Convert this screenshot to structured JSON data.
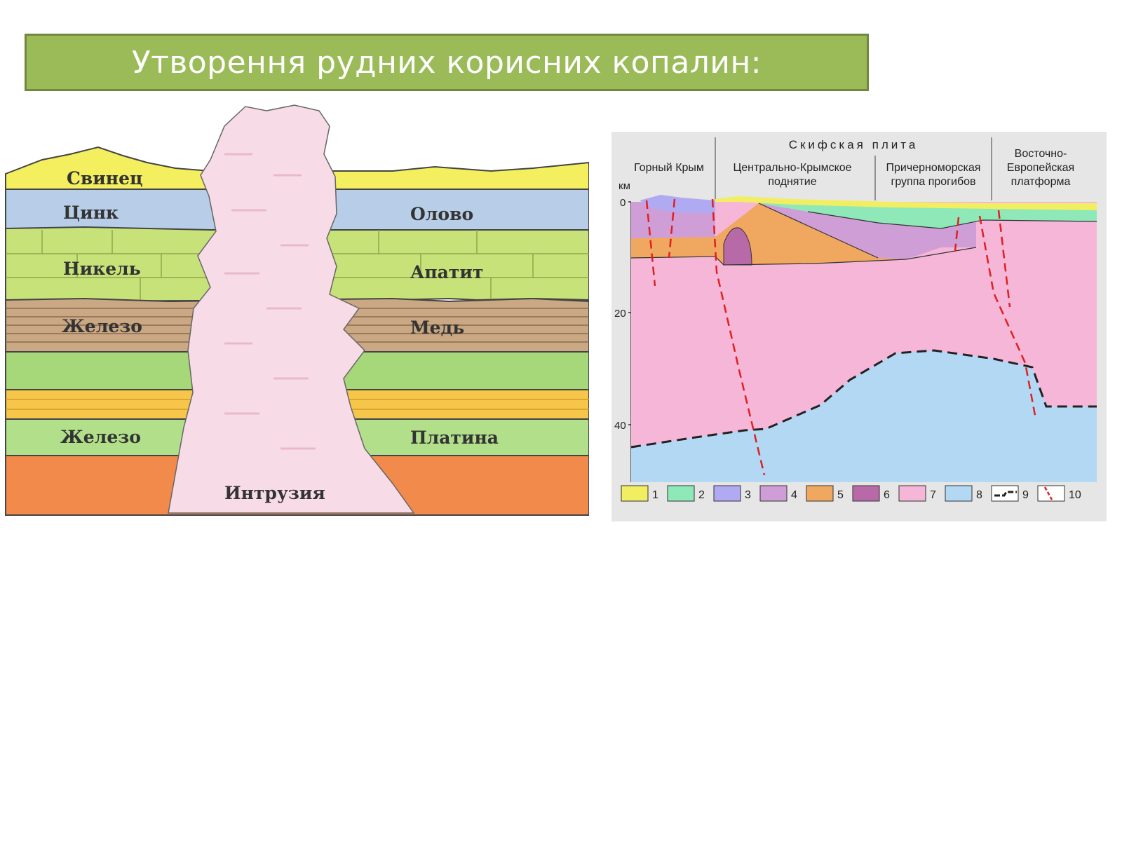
{
  "slide": {
    "title": "Утворення рудних корисних копалин:"
  },
  "strata_diagram": {
    "left_labels": [
      "Свинец",
      "Цинк",
      "Никель",
      "Железо",
      "Железо"
    ],
    "right_labels": [
      "Олово",
      "Апатит",
      "Медь",
      "Платина"
    ],
    "intrusion_label": "Интрузия"
  },
  "section_diagram": {
    "plate_title": "Скифская плита",
    "regions": [
      {
        "line1": "Горный Крым",
        "line2": ""
      },
      {
        "line1": "Центрально-Крымское",
        "line2": "поднятие"
      },
      {
        "line1": "Причерноморская",
        "line2": "группа прогибов"
      },
      {
        "line1": "Восточно-",
        "line2": "Европейская",
        "line3": "платформа"
      }
    ],
    "axis_unit": "км",
    "depth_ticks": [
      "0",
      "20",
      "40"
    ],
    "legend": [
      {
        "label": "1",
        "color": "#f1ee62"
      },
      {
        "label": "2",
        "color": "#8ee8b8"
      },
      {
        "label": "3",
        "color": "#b0aaf2"
      },
      {
        "label": "4",
        "color": "#cf9ed6"
      },
      {
        "label": "5",
        "color": "#f0a760"
      },
      {
        "label": "6",
        "color": "#b86aa8"
      },
      {
        "label": "7",
        "color": "#f6b6d8"
      },
      {
        "label": "8",
        "color": "#b2d8f4"
      },
      {
        "label": "9",
        "icon": "dashed-boundary-line-icon"
      },
      {
        "label": "10",
        "icon": "red-fault-line-icon"
      }
    ]
  }
}
